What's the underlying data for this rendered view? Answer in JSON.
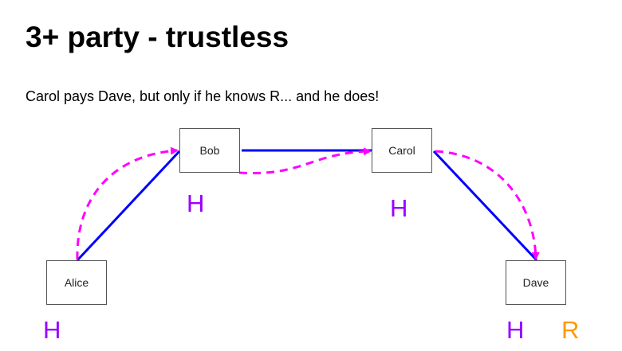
{
  "title": "3+ party - trustless",
  "subtitle": "Carol pays Dave, but only if he knows R... and he does!",
  "nodes": {
    "alice": "Alice",
    "bob": "Bob",
    "carol": "Carol",
    "dave": "Dave"
  },
  "labels": {
    "alice_h": "H",
    "bob_h": "H",
    "carol_h": "H",
    "dave_h": "H",
    "dave_r": "R"
  },
  "colors": {
    "channel": "#0000ff",
    "payment": "#ff00ff",
    "hash": "#9900ff",
    "preimage": "#ff9900"
  }
}
